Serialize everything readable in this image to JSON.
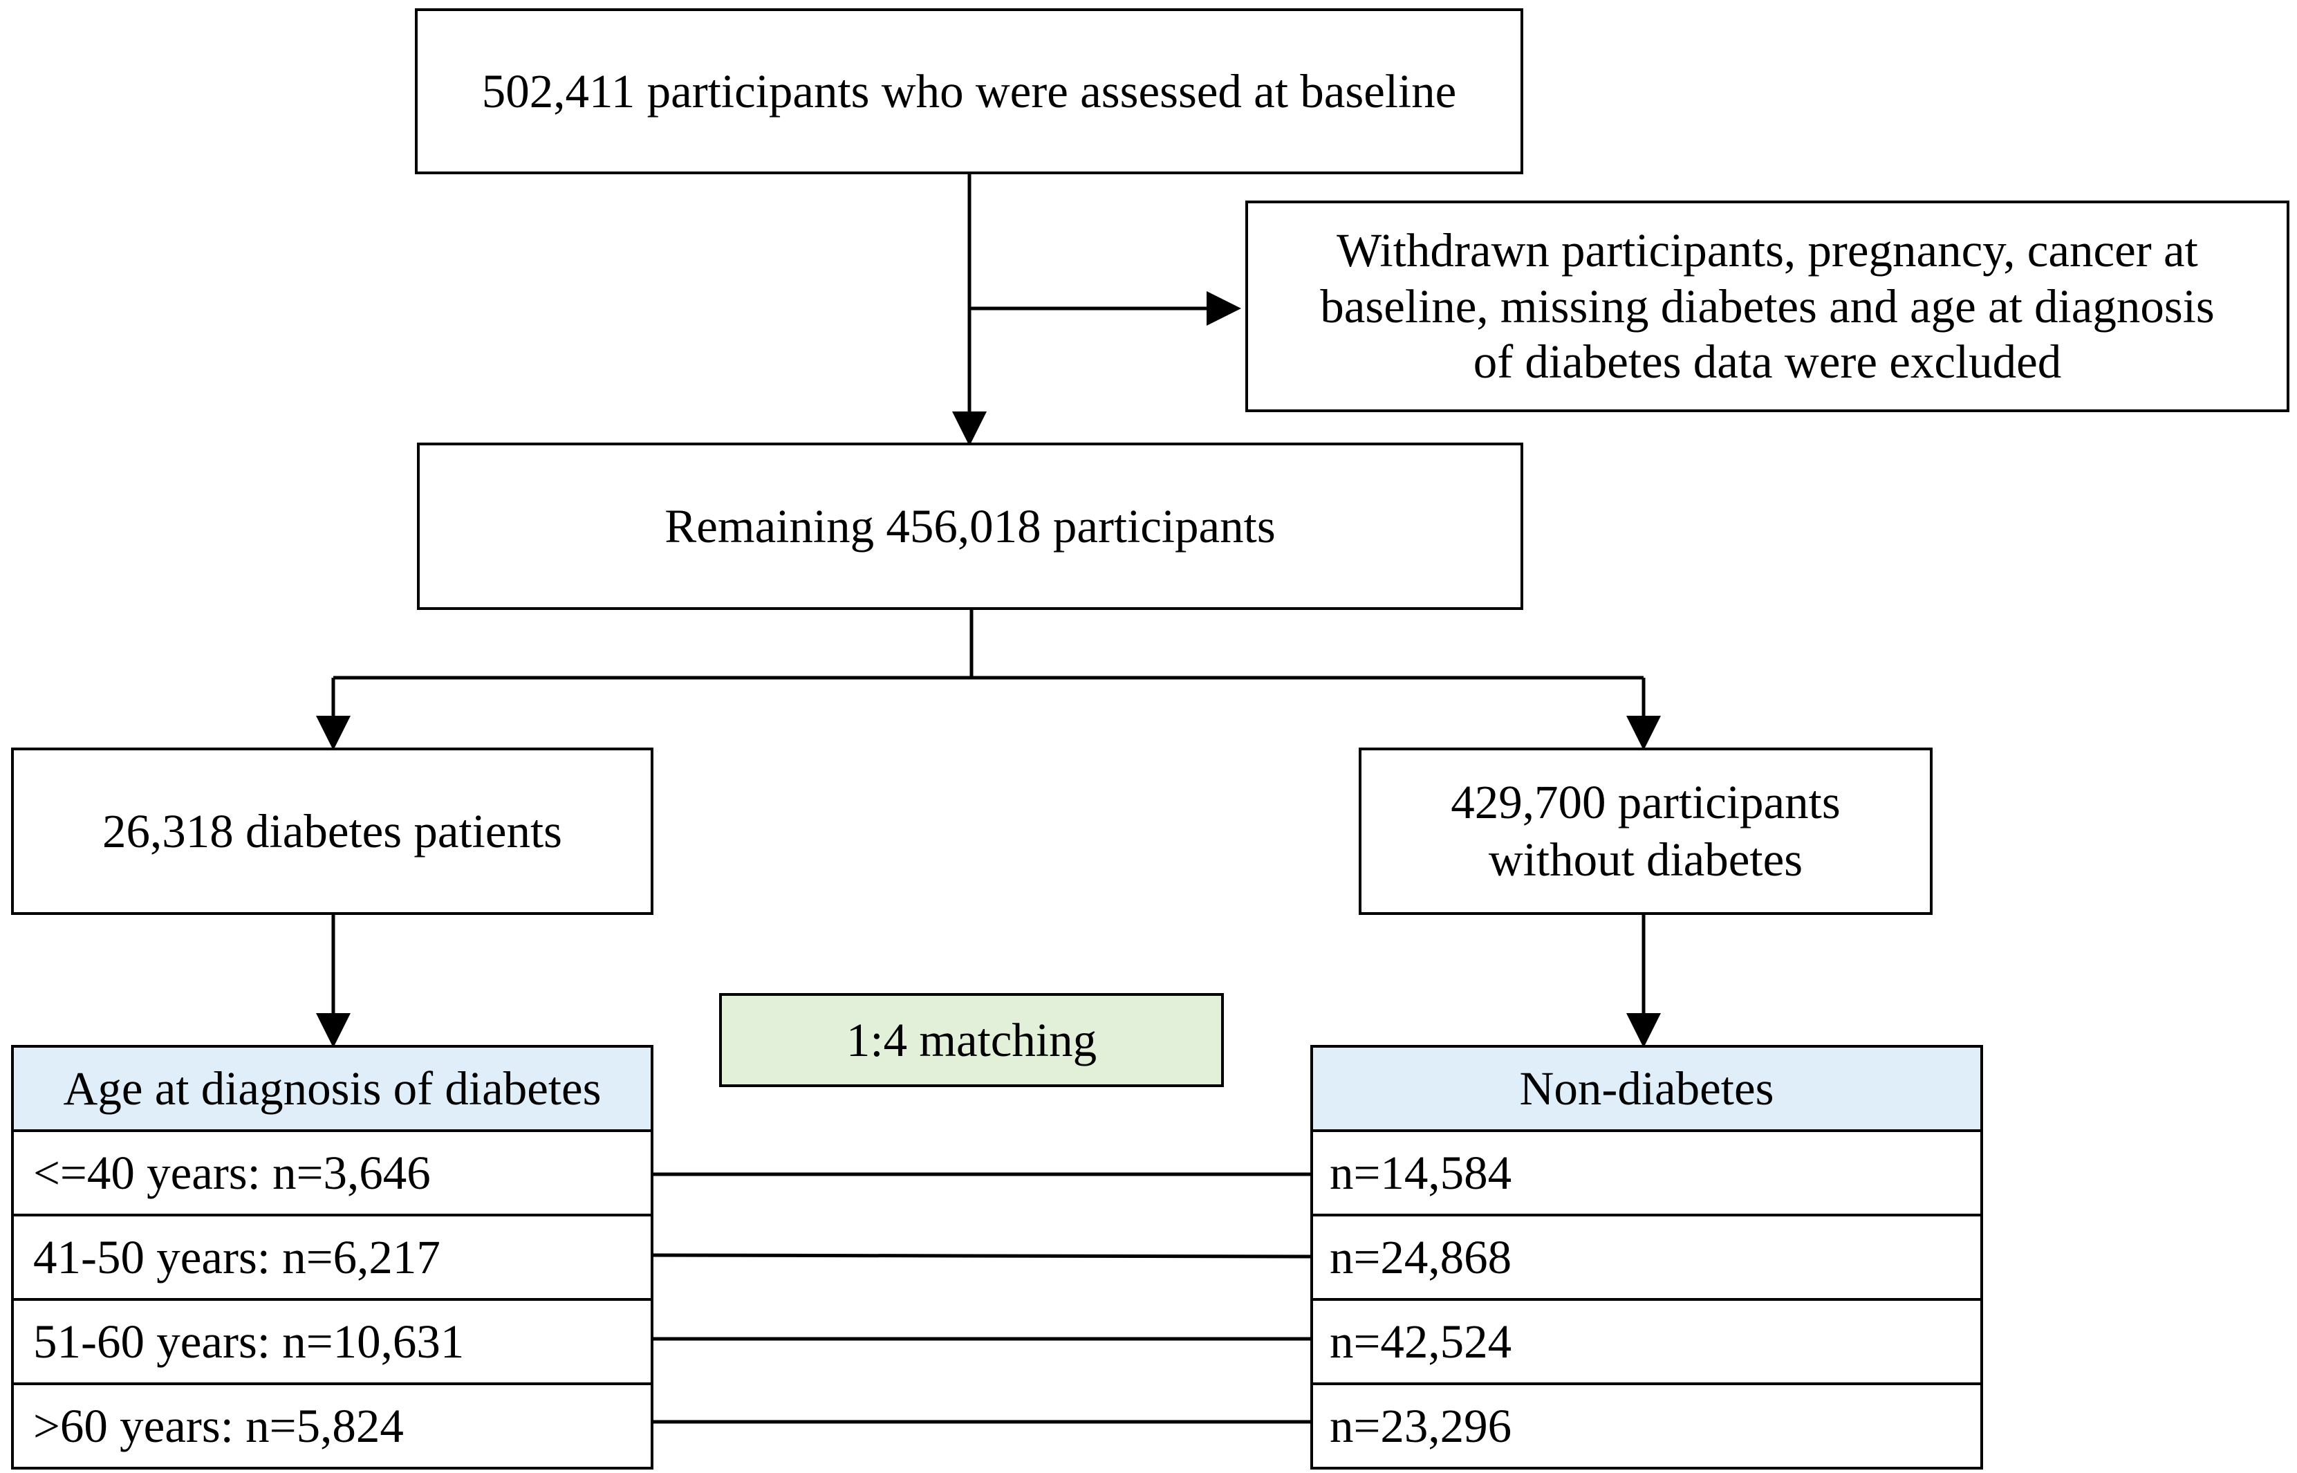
{
  "nodes": {
    "baseline": "502,411 participants who were assessed at baseline",
    "excluded": [
      "Withdrawn participants, pregnancy, cancer at",
      "baseline, missing diabetes and age at diagnosis",
      "of diabetes data were excluded"
    ],
    "remaining": "Remaining 456,018 participants",
    "diabetes": "26,318 diabetes patients",
    "non_diabetes_total": [
      "429,700 participants",
      "without diabetes"
    ],
    "matching": "1:4 matching"
  },
  "left_table": {
    "header": "Age at diagnosis of diabetes",
    "rows": [
      "<=40 years: n=3,646",
      "41-50 years: n=6,217",
      "51-60 years: n=10,631",
      ">60 years: n=5,824"
    ]
  },
  "right_table": {
    "header": "Non-diabetes",
    "rows": [
      "n=14,584",
      "n=24,868",
      "n=42,524",
      "n=23,296"
    ]
  },
  "colors": {
    "header_fill": "#dfeef8",
    "matching_fill": "#e2f0d9",
    "line": "#000000"
  }
}
